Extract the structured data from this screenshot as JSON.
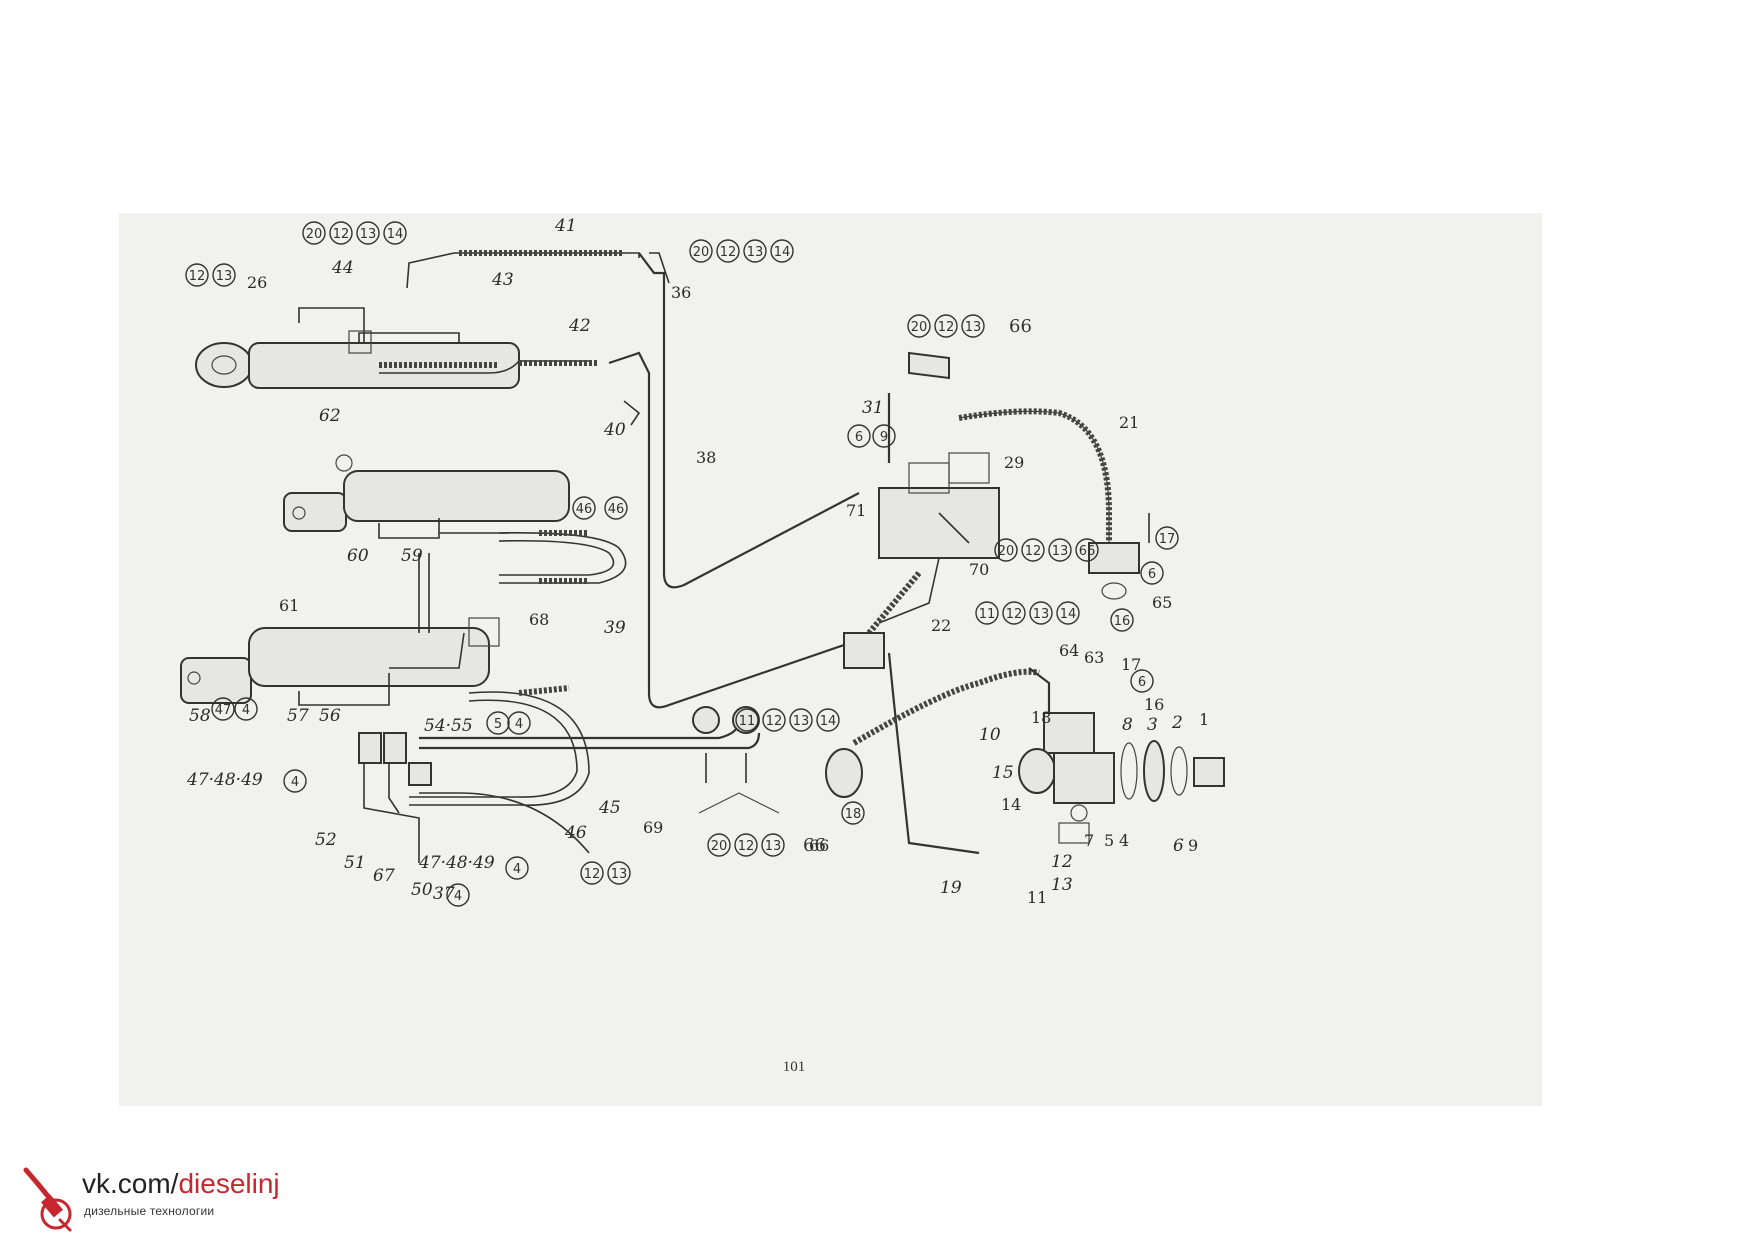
{
  "page": {
    "number": "101"
  },
  "watermark": {
    "url_prefix": "vk.com/",
    "url_accent": "dieselinj",
    "tagline": "дизельные технологии",
    "accent_color": "#c8262e",
    "icon": "injector-icon"
  },
  "labels": {
    "l41": "41",
    "l44": "44",
    "l43": "43",
    "l26": "26",
    "l42": "42",
    "l62": "62",
    "l40": "40",
    "l38": "38",
    "l39": "39",
    "l36": "36",
    "l31": "31",
    "l21": "21",
    "l29": "29",
    "l71": "71",
    "l70": "70",
    "l22": "22",
    "l17a": "17",
    "l6a": "6",
    "l65": "65",
    "l16a": "16",
    "l60": "60",
    "l59": "59",
    "l46a": "46",
    "l46b": "46",
    "l68": "68",
    "l61": "61",
    "l58": "58",
    "l47a": "47",
    "l4a": "4",
    "l57": "57",
    "l56": "56",
    "l5455": "54·55",
    "l5": "5",
    "l4b": "4",
    "l474849a": "47·48·49",
    "l4c": "4",
    "l52": "52",
    "l51": "51",
    "l67": "67",
    "l50": "50",
    "l37": "37",
    "l4d": "4",
    "l474849b": "47·48·49",
    "l4e": "4",
    "l45": "45",
    "l46c": "46",
    "l69": "69",
    "l64": "64",
    "l63": "63",
    "l17b": "17",
    "l6b": "6",
    "l16b": "16",
    "l18a": "18",
    "l10": "10",
    "l8": "8",
    "l3": "3",
    "l2": "2",
    "l1": "1",
    "l15": "15",
    "l14": "14",
    "l7": "7",
    "l5b": "5",
    "l4f": "4",
    "l6c": "6",
    "l9": "9",
    "l18b": "18",
    "l19": "19",
    "l12": "12",
    "l13": "13",
    "l11": "11",
    "l66": "66"
  },
  "callout_groups": {
    "top_left": [
      "20",
      "12",
      "13",
      "14"
    ],
    "top_right": [
      "20",
      "12",
      "13",
      "14"
    ],
    "cyl_top_left": [
      "12",
      "13"
    ],
    "valve_top": [
      "20",
      "12",
      "13"
    ],
    "valve_top_suffix": "66",
    "valve_left": [
      "6",
      "9"
    ],
    "valve_mid": [
      "20",
      "12",
      "13",
      "66"
    ],
    "valve_lower": [
      "11",
      "12",
      "13",
      "14"
    ],
    "mid_right": [
      "11",
      "12",
      "13",
      "14"
    ],
    "bottom_center": [
      "20",
      "12",
      "13"
    ],
    "bottom_center_suffix": "66",
    "bottom_small": [
      "12",
      "13"
    ],
    "part17": [
      "17"
    ],
    "part6": [
      "6"
    ],
    "part16": [
      "16"
    ],
    "part18": [
      "18"
    ],
    "part47": [
      "47"
    ],
    "part4": [
      "4"
    ],
    "part5": [
      "5"
    ],
    "part4b": [
      "4"
    ],
    "part6b": [
      "6"
    ],
    "part4c": [
      "4"
    ],
    "part4d": [
      "4"
    ],
    "part4e": [
      "4"
    ],
    "part46a": [
      "46"
    ],
    "part46b": [
      "46"
    ]
  }
}
